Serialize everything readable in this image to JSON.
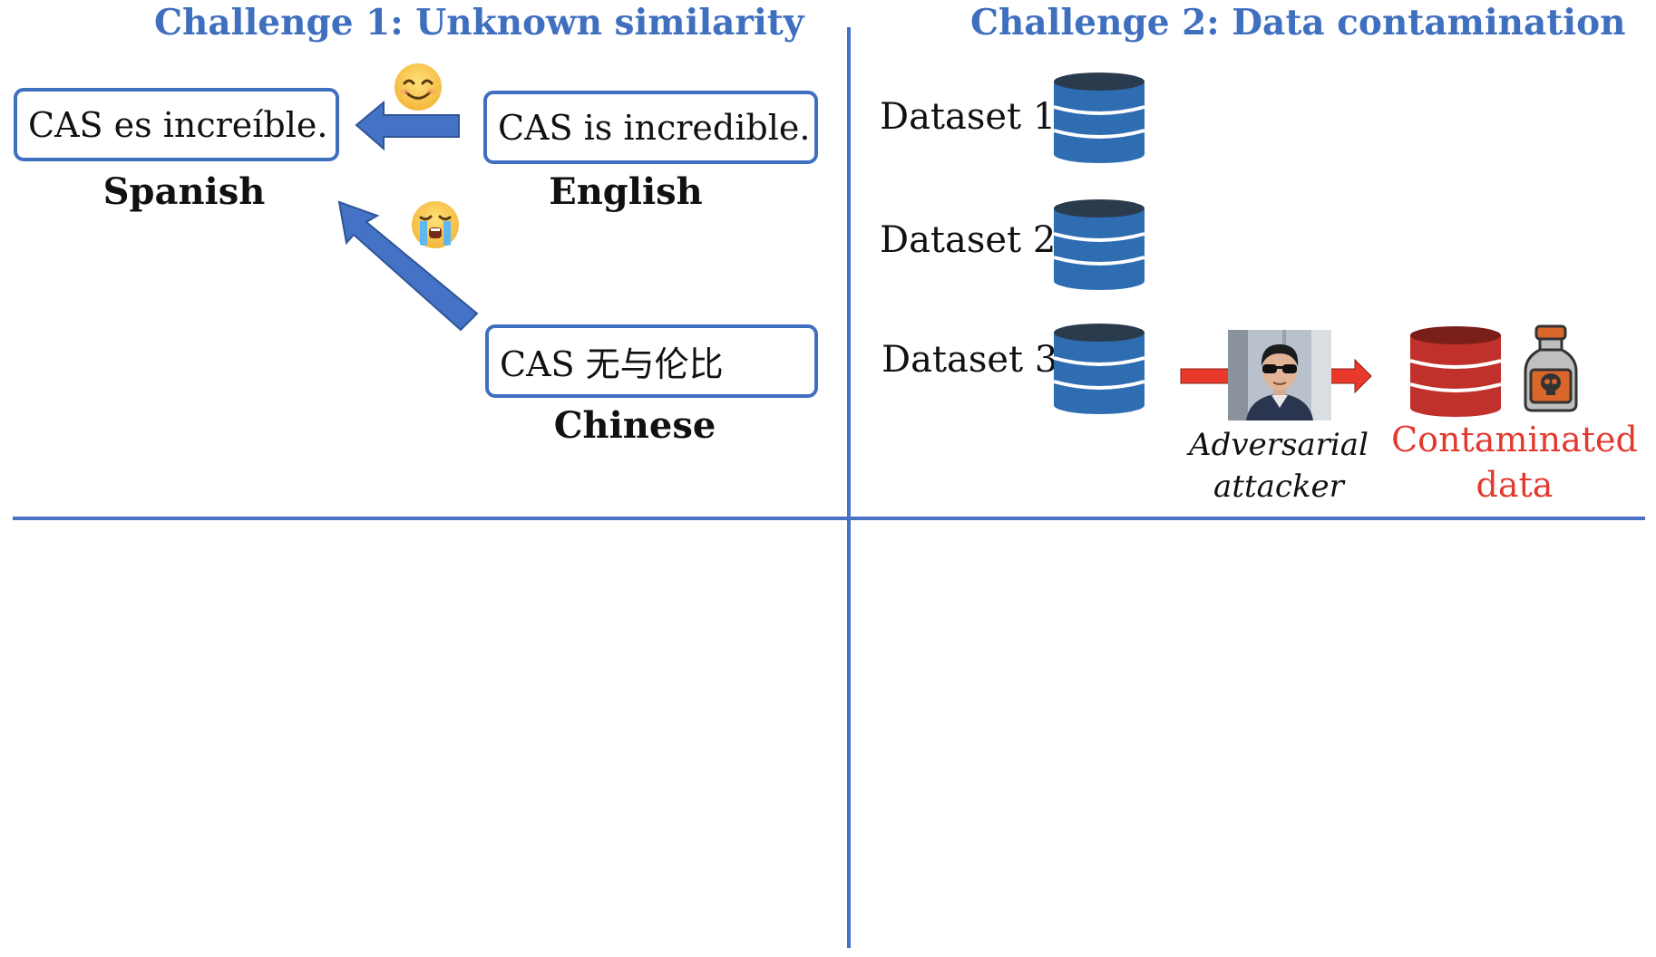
{
  "left_panel": {
    "title": "Challenge 1: Unknown similarity",
    "spanish_box": "CAS es increíble.",
    "english_box": "CAS is incredible.",
    "chinese_box": "CAS 无与伦比",
    "spanish_label": "Spanish",
    "english_label": "English",
    "chinese_label": "Chinese",
    "happy_icon": "smiling-face-icon",
    "crying_icon": "crying-face-icon"
  },
  "right_panel": {
    "title": "Challenge 2: Data contamination",
    "datasets": [
      "Dataset 1",
      "Dataset 2",
      "Dataset 3"
    ],
    "attacker_label": [
      "Adversarial",
      "attacker"
    ],
    "contaminated_label": [
      "Contaminated",
      "data"
    ],
    "poison_icon": "poison-bottle-icon",
    "database_icon": "database-icon"
  },
  "colors": {
    "accent_blue": "#3f6fbf",
    "database_blue": "#2f6db3",
    "database_red": "#c0312b",
    "contamination_red": "#e13a2e",
    "arrow_red": "#e8392b"
  }
}
